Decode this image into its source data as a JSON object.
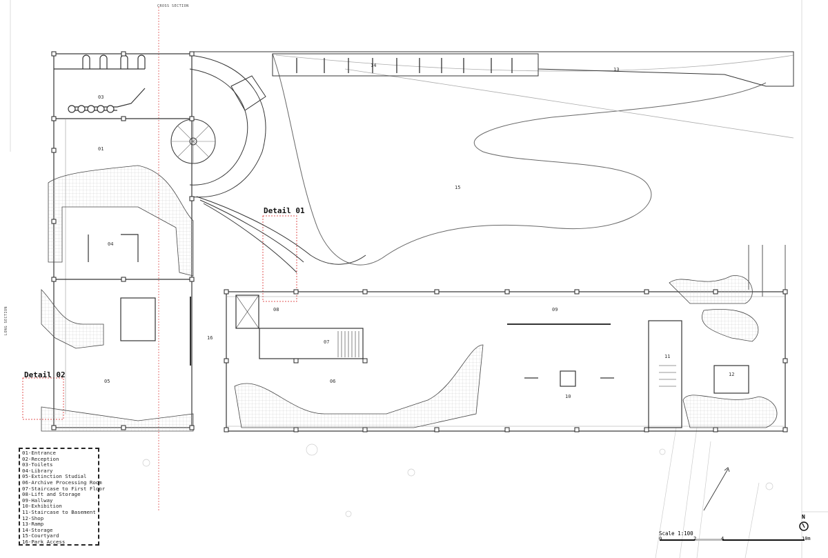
{
  "drawing": {
    "cross_section_label": "CROSS SECTION",
    "long_section_label": "LONG SECTION",
    "detail_01": "Detail 01",
    "detail_02": "Detail 02",
    "rooms": {
      "r01": "01",
      "r03": "03",
      "r04": "04",
      "r05": "05",
      "r06": "06",
      "r07": "07",
      "r08": "08",
      "r09": "09",
      "r10": "10",
      "r11": "11",
      "r12": "12",
      "r13": "13",
      "r14": "14",
      "r15": "15",
      "r16": "16"
    },
    "accent_color": "#e05050"
  },
  "legend": {
    "items": [
      "01-Entrance",
      "02-Reception",
      "03-Toilets",
      "04-Library",
      "05-Extinction Studial",
      "06-Archive Processing Room",
      "07-Staircase to First Floor",
      "08-Lift and Storage",
      "09-Hallway",
      "10-Exhibition",
      "11-Staircase to Basement",
      "12-Shop",
      "13-Ramp",
      "14-Storage",
      "15-Courtyard",
      "16-Park Access"
    ]
  },
  "scale": {
    "title": "Scale 1:100",
    "ticks": [
      "0",
      "2",
      "4",
      "10m"
    ],
    "north": "N"
  }
}
